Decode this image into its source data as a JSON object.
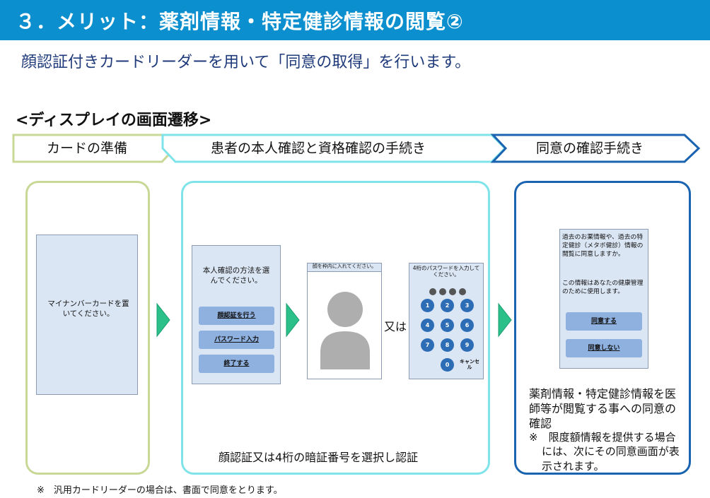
{
  "header": {
    "title": "３．メリット：薬剤情報・特定健診情報の閲覧②"
  },
  "subtitle": "顔認証付きカードリーダーを用いて「同意の取得」を行います。",
  "section_heading": "<ディスプレイの画面遷移>",
  "steps": [
    {
      "label": "カードの準備"
    },
    {
      "label": "患者の本人確認と資格確認の手続き"
    },
    {
      "label": "同意の確認手続き"
    }
  ],
  "screen_card": {
    "text": "マイナンバーカードを置いてください。"
  },
  "screen_method": {
    "title": "本人確認の方法を選んでください。",
    "buttons": [
      "顔認証を行う",
      "パスワード入力",
      "終了する"
    ]
  },
  "screen_face": {
    "title": "顔を枠内に入れてください。"
  },
  "or_text": "又は",
  "screen_pin": {
    "title": "4桁のパスワードを入力してください。",
    "keys": [
      "1",
      "2",
      "3",
      "4",
      "5",
      "6",
      "7",
      "8",
      "9",
      "0"
    ],
    "cancel": "キャンセル"
  },
  "screen_consent": {
    "text1": "過去のお薬情報や、過去の特定健診（メタボ健診）情報の閲覧に同意しますか。",
    "text2": "この情報はあなたの健康管理のために使用します。",
    "buttons": [
      "同意する",
      "同意しない"
    ]
  },
  "panel2_caption": "顔認証又は4桁の暗証番号を選択し認証",
  "panel3_caption": "薬剤情報・特定健診情報を医師等が閲覧する事への同意の確認",
  "panel3_note": "※　限度額情報を提供する場合には、次にその同意画面が表示されます。",
  "footnote": "※　汎用カードリーダーの場合は、書面で同意をとります。",
  "colors": {
    "header": "#0b8fce",
    "step1": "#c8d896",
    "step2": "#7fe3ea",
    "step3": "#1a63b0",
    "arrow": "#2bbf8a"
  }
}
